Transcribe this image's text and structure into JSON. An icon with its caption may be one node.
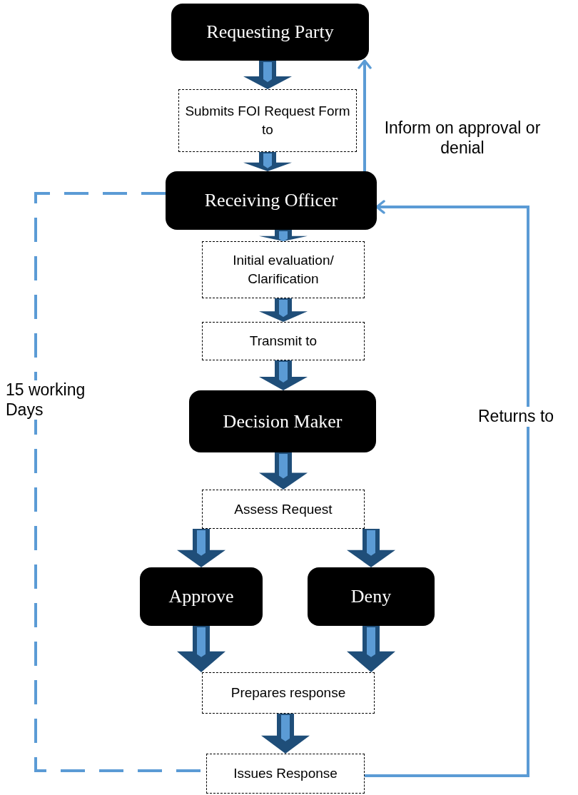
{
  "diagram": {
    "nodes": [
      {
        "text": [
          "Requesting Party"
        ]
      },
      {
        "text": [
          "Submits FOI Request Form to"
        ]
      },
      {
        "text": [
          "Receiving Officer"
        ]
      },
      {
        "text": [
          "Initial evaluation/ Clarification"
        ]
      },
      {
        "text": [
          "Transmit to"
        ]
      },
      {
        "text": [
          "Decision Maker"
        ]
      },
      {
        "text": [
          "Assess Request"
        ]
      },
      {
        "text": [
          "Approve"
        ]
      },
      {
        "text": [
          "Deny"
        ]
      },
      {
        "text": [
          "Prepares response"
        ]
      },
      {
        "text": [
          "Issues Response"
        ]
      }
    ],
    "edges": [
      {
        "from": 0,
        "to": 1,
        "arrow": "to",
        "style": "thick"
      },
      {
        "from": 1,
        "to": 2,
        "arrow": "to",
        "style": "thick"
      },
      {
        "from": 2,
        "to": 3,
        "arrow": "to",
        "style": "thick"
      },
      {
        "from": 3,
        "to": 4,
        "arrow": "to",
        "style": "thick"
      },
      {
        "from": 4,
        "to": 5,
        "arrow": "to",
        "style": "thick"
      },
      {
        "from": 5,
        "to": 6,
        "arrow": "to",
        "style": "thick"
      },
      {
        "from": 6,
        "to": 7,
        "arrow": "to",
        "style": "thick"
      },
      {
        "from": 6,
        "to": 8,
        "arrow": "to",
        "style": "thick"
      },
      {
        "from": 7,
        "to": 9,
        "arrow": "to",
        "style": "thick"
      },
      {
        "from": 8,
        "to": 9,
        "arrow": "to",
        "style": "thick"
      },
      {
        "from": 9,
        "to": 10,
        "arrow": "to",
        "style": "thick"
      },
      {
        "from": 2,
        "to": 0,
        "arrow": "to",
        "label": "Inform on approval or denial",
        "color": "#5b9bd5"
      },
      {
        "from": 10,
        "to": 2,
        "arrow": "to",
        "label": "Returns to",
        "color": "#5b9bd5"
      },
      {
        "from": 2,
        "to": 10,
        "arrow": "none",
        "label": "15 working Days",
        "style": "dashed",
        "color": "#5b9bd5"
      }
    ]
  }
}
